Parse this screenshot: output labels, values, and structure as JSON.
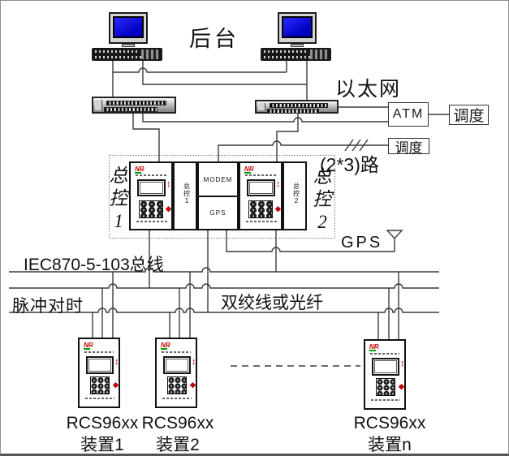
{
  "diagram": {
    "backend_label": "后台",
    "ethernet_label": "以太网",
    "channels_label": "(2*3)路",
    "gps_label": "GPS",
    "iec_bus_label": "IEC870-5-103总线",
    "pulse_sync_label": "脉冲对时",
    "fiber_label": "双绞线或光纤"
  },
  "boxes": {
    "atm": "ATM",
    "dispatch_top": "调度",
    "dispatch_bottom": "调度"
  },
  "master": {
    "caption_left": "总控1",
    "caption_right": "总控2",
    "slot_left": "总控1",
    "slot_right": "总控2",
    "modem": "MODEM",
    "gps": "GPS"
  },
  "panel": {
    "logo": "NR",
    "updown_icon": "↕",
    "key_icon": "◆"
  },
  "devices": [
    {
      "model": "RCS96xx",
      "name": "装置1"
    },
    {
      "model": "RCS96xx",
      "name": "装置2"
    },
    {
      "model": "RCS96xx",
      "name": "装置n"
    }
  ],
  "colors": {
    "line": "#3b3b3b",
    "screen_blue": "#0000c0",
    "logo_red": "#cc0000",
    "logo_green": "#00a000",
    "accent_red": "#c00000"
  }
}
